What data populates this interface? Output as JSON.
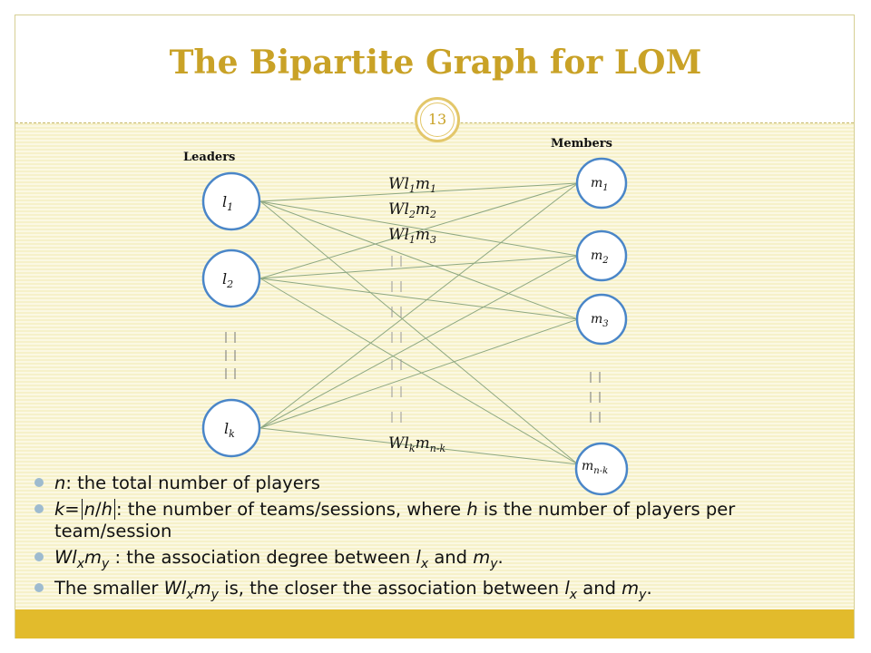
{
  "slide": {
    "title": "The Bipartite Graph for LOM",
    "page_number": "13"
  },
  "graph": {
    "leaders_label": "Leaders",
    "members_label": "Members",
    "leaders": [
      {
        "base": "l",
        "sub": "1"
      },
      {
        "base": "l",
        "sub": "2"
      },
      {
        "base": "l",
        "sub": "k"
      }
    ],
    "members": [
      {
        "base": "m",
        "sub": "1"
      },
      {
        "base": "m",
        "sub": "2"
      },
      {
        "base": "m",
        "sub": "3"
      },
      {
        "base": "m",
        "sub": "n-k"
      }
    ],
    "edge_labels": [
      {
        "w": "Wl",
        "a": "1",
        "m": "m",
        "b": "1"
      },
      {
        "w": "Wl",
        "a": "2",
        "m": "m",
        "b": "2"
      },
      {
        "w": "Wl",
        "a": "1",
        "m": "m",
        "b": "3"
      },
      {
        "w": "Wl",
        "a": "k",
        "m": "m",
        "b": "n-k"
      }
    ]
  },
  "bullets": {
    "b1": {
      "var": "n",
      "text": ": the total number of players"
    },
    "b2": {
      "k": "k",
      "eq": "=",
      "n": "n",
      "slash": "/",
      "h": "h",
      "text1": ": the number of teams/sessions, where ",
      "h2": "h",
      "text2": " is the number of players per team/session"
    },
    "b3": {
      "w": "Wl",
      "x": "x",
      "m": "m",
      "y": "y",
      "text1": " : the association degree between ",
      "l": "l",
      "x2": "x",
      "and": " and ",
      "m2": "m",
      "y2": "y",
      "end": "."
    },
    "b4": {
      "text1": "The smaller ",
      "w": "Wl",
      "x": "x",
      "m": "m",
      "y": "y",
      "text2": " is, the closer the association between ",
      "l": "l",
      "x2": "x",
      "and": " and ",
      "m2": "m",
      "y2": "y",
      "end": "."
    }
  }
}
